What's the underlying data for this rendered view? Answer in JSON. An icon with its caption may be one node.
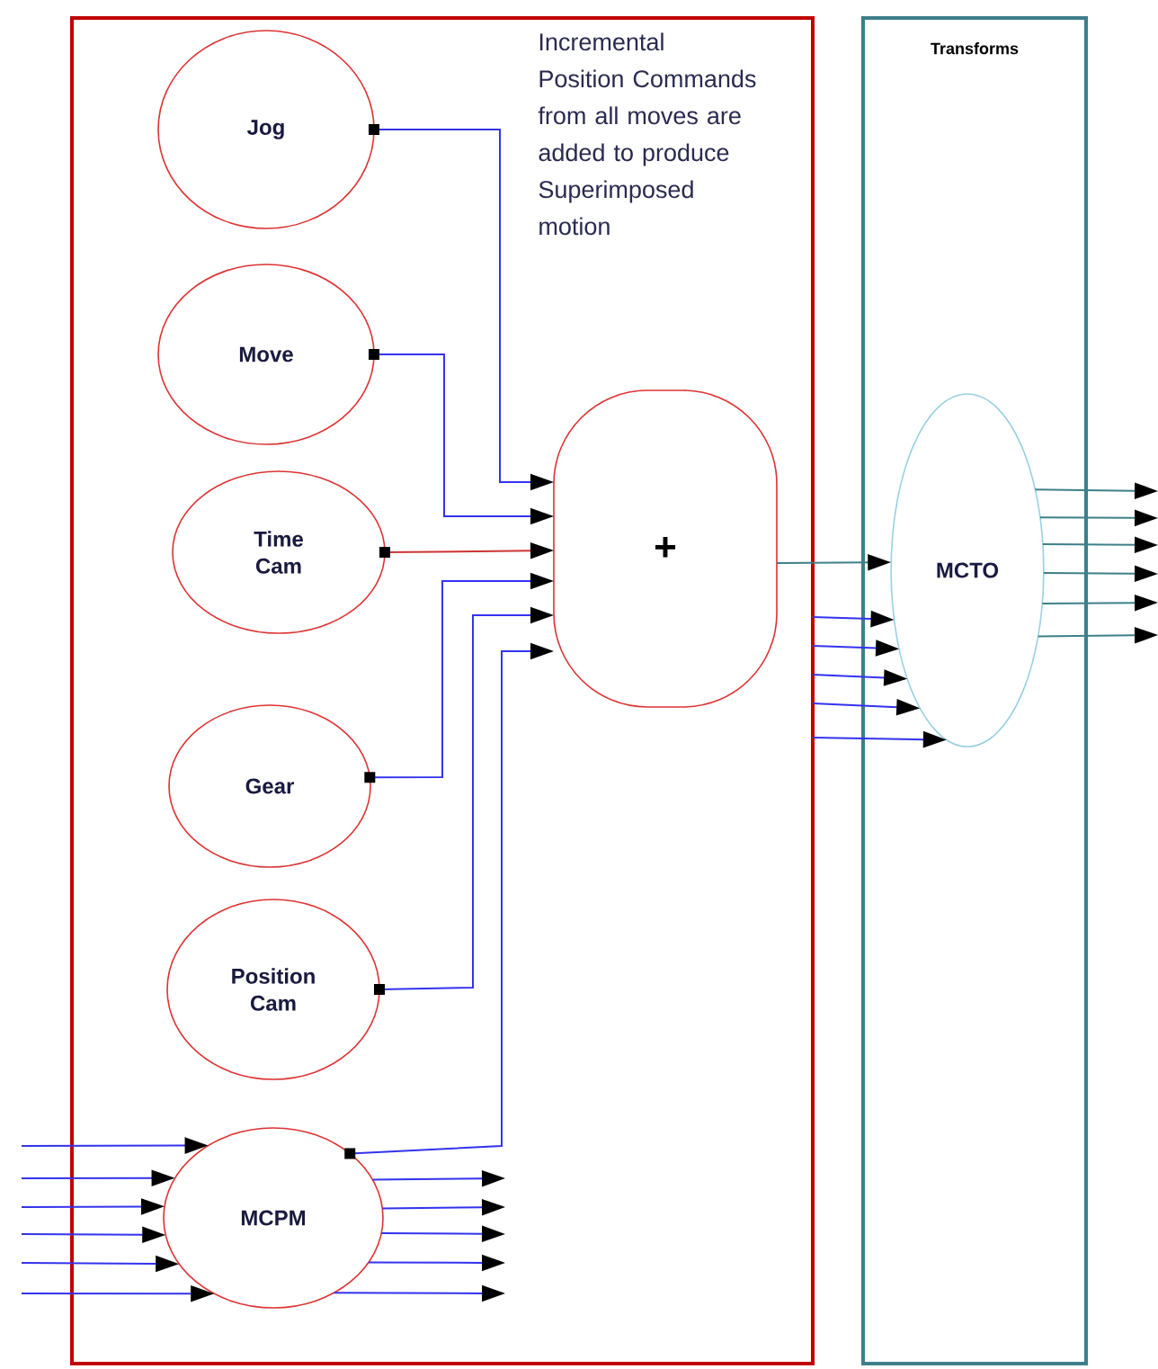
{
  "diagram": {
    "nodes": [
      {
        "text": [],
        "shape": "box"
      },
      {
        "text": [
          "Transforms"
        ]
      },
      {
        "text": [
          "Jog"
        ],
        "in": 0
      },
      {
        "text": [
          "Move"
        ],
        "in": 0
      },
      {
        "text": [
          "Time Cam"
        ],
        "in": 0
      },
      {
        "text": [
          "Gear"
        ],
        "in": 0
      },
      {
        "text": [
          "Position Cam"
        ],
        "in": 0
      },
      {
        "text": [
          "MCPM"
        ],
        "in": 0
      },
      {
        "text": [
          "+"
        ],
        "in": 0
      },
      {
        "text": [
          "MCTO"
        ],
        "in": 1
      }
    ],
    "edges": [
      {
        "from": 2,
        "to": 8,
        "arrow": "to"
      },
      {
        "from": 3,
        "to": 8,
        "arrow": "to"
      },
      {
        "from": 4,
        "to": 8,
        "arrow": "to",
        "color": "#cc3333"
      },
      {
        "from": 5,
        "to": 8,
        "arrow": "to"
      },
      {
        "from": 6,
        "to": 8,
        "arrow": "to"
      },
      {
        "from": 7,
        "to": 8,
        "arrow": "to"
      },
      {
        "from": 8,
        "to": 9,
        "arrow": "to",
        "color": "#3d7f8a"
      },
      {
        "from": 0,
        "to": 9,
        "arrow": "to"
      },
      {
        "from": 0,
        "to": 9,
        "arrow": "to"
      },
      {
        "from": 0,
        "to": 9,
        "arrow": "to"
      },
      {
        "from": 0,
        "to": 9,
        "arrow": "to"
      },
      {
        "from": 0,
        "to": 9,
        "arrow": "to"
      },
      {
        "from": 9,
        "to": null,
        "arrow": "to",
        "color": "#3d7f8a"
      },
      {
        "from": 9,
        "to": null,
        "arrow": "to",
        "color": "#3d7f8a"
      },
      {
        "from": 9,
        "to": null,
        "arrow": "to",
        "color": "#3d7f8a"
      },
      {
        "from": 9,
        "to": null,
        "arrow": "to",
        "color": "#3d7f8a"
      },
      {
        "from": 9,
        "to": null,
        "arrow": "to",
        "color": "#3d7f8a"
      },
      {
        "from": 9,
        "to": null,
        "arrow": "to",
        "color": "#3d7f8a"
      },
      {
        "from": null,
        "to": 7,
        "arrow": "to"
      },
      {
        "from": null,
        "to": 7,
        "arrow": "to"
      },
      {
        "from": null,
        "to": 7,
        "arrow": "to"
      },
      {
        "from": null,
        "to": 7,
        "arrow": "to"
      },
      {
        "from": null,
        "to": 7,
        "arrow": "to"
      },
      {
        "from": null,
        "to": 7,
        "arrow": "to"
      },
      {
        "from": 7,
        "to": null,
        "arrow": "to"
      },
      {
        "from": 7,
        "to": null,
        "arrow": "to"
      },
      {
        "from": 7,
        "to": null,
        "arrow": "to"
      },
      {
        "from": 7,
        "to": null,
        "arrow": "to"
      },
      {
        "from": 7,
        "to": null,
        "arrow": "to"
      }
    ],
    "labels": [
      "Incremental Position Commands from all moves are added to produce Superimposed motion"
    ]
  }
}
